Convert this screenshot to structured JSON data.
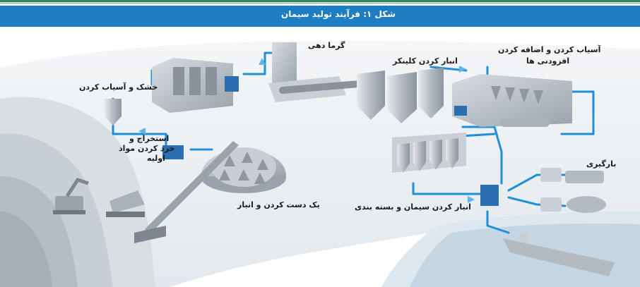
{
  "header": {
    "title": "شکل ۱: فرآیند تولید سیمان",
    "bar_color": "#1f7ec1"
  },
  "labels": {
    "extraction": "استخراج و خرد کردن مواد اولیه",
    "extraction_l1": "استخراج و",
    "extraction_l2": "خرد کردن مواد",
    "extraction_l3": "اولیه",
    "drying": "خشک و آسیاب کردن",
    "heating": "گرما دهی",
    "clinker": "انبار کردن کلینکر",
    "grinding_l1": "آسیاب کردن و اضافه کردن",
    "grinding_l2": "افزودنی ها",
    "homogenizing": "یک دست کردن و انبار",
    "packing": "انبار کردن سیمان و بسته بندی",
    "loading": "بارگیری"
  },
  "colors": {
    "pipe": "#1f8fd6",
    "ground": "#eef2f5",
    "machine": "#b9c1c8",
    "water": "#c9d9e6"
  }
}
